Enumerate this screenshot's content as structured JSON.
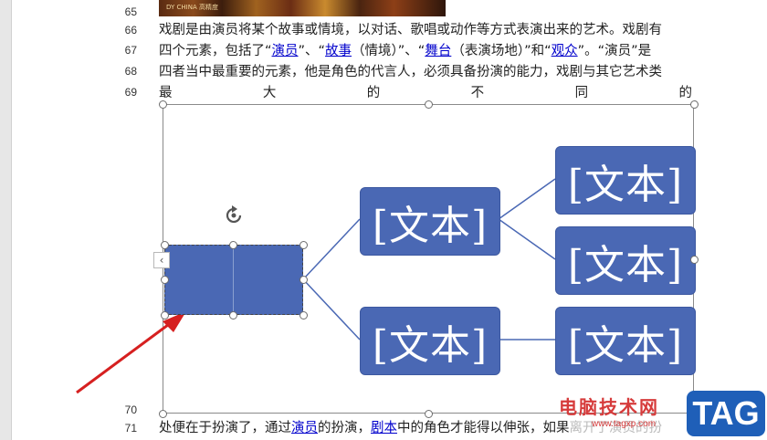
{
  "line_numbers": [
    "65",
    "66",
    "67",
    "68",
    "69",
    "70",
    "71"
  ],
  "top_image_caption": "DY CHINA 高精度",
  "paragraph": {
    "line66": "戏剧是由演员将某个故事或情境，以对话、歌唱或动作等方式表演出来的艺术。戏剧有",
    "line67_parts": [
      "四个元素，包括了“",
      "演员",
      "”、“",
      "故事",
      "（情境）”、“",
      "舞台",
      "（表演场地）”和“",
      "观众",
      "”。“演员”是"
    ],
    "line68": "四者当中最重要的元素，他是角色的代言人，必须具备扮演的能力，戏剧与其它艺术类",
    "line69_chars": [
      "最",
      "大",
      "的",
      "不",
      "同",
      "的"
    ],
    "line71_parts": [
      "处便在于扮演了，通过",
      "演员",
      "的扮演，",
      "剧本",
      "中的角色才能得以伸张，如果",
      "离开了演员的扮"
    ]
  },
  "smartart": {
    "root_text": "",
    "level1": [
      "[文本]",
      "[文本]"
    ],
    "level2": [
      "[文本]",
      "[文本]",
      "[文本]"
    ]
  },
  "collapse_glyph": "‹",
  "watermark": {
    "site_name": "电脑技术网",
    "url": "www.tagxp.com",
    "badge": "TAG"
  },
  "colors": {
    "box_fill": "#4a68b4",
    "connector": "#4a68b4",
    "arrow": "#d62020"
  }
}
